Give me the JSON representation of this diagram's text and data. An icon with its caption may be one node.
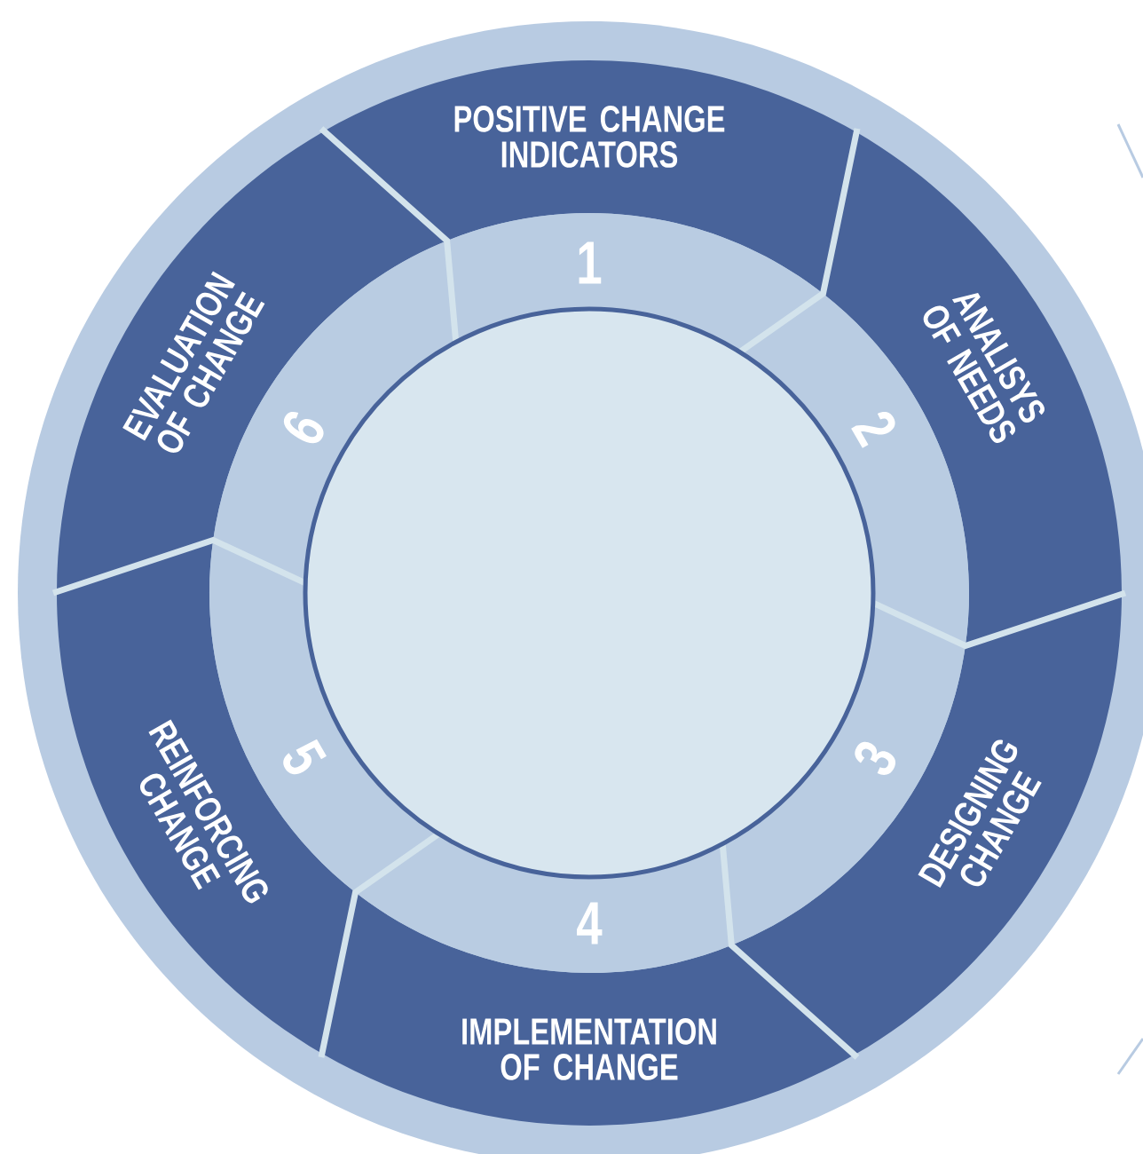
{
  "diagram": {
    "nodes": [
      {
        "text": [
          "POSITIVE CHANGE INDICATORS",
          "1"
        ]
      },
      {
        "text": [
          "ANALISYS OF NEEDS",
          "2"
        ]
      },
      {
        "text": [
          "DESIGNING CHANGE",
          "3"
        ]
      },
      {
        "text": [
          "4",
          "IMPLEMENTATION OF CHANGE"
        ]
      },
      {
        "text": [
          "REINFORCING CHANGE",
          "5"
        ]
      },
      {
        "text": [
          "EVALUATION OF CHANGE",
          "6"
        ]
      },
      {
        "text": [],
        "shape": "circle"
      }
    ]
  }
}
